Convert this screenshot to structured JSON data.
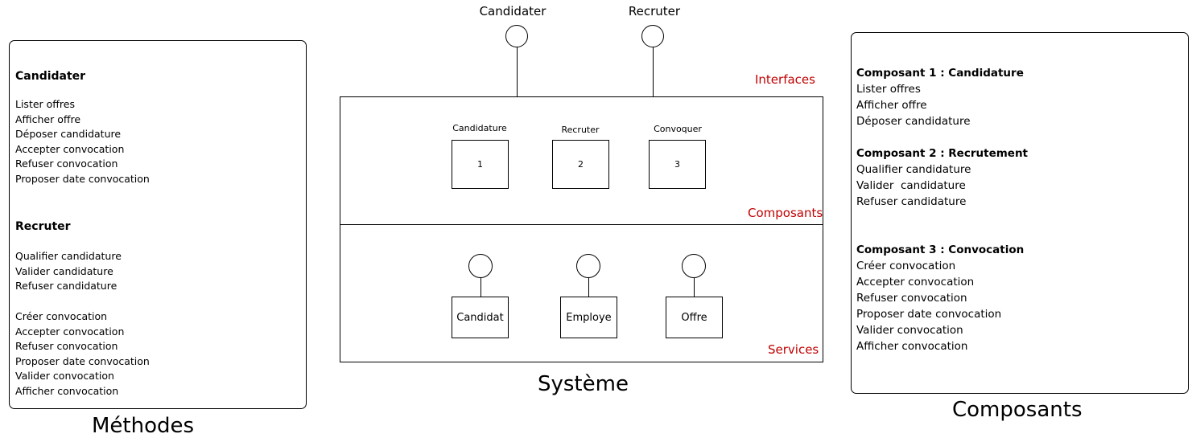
{
  "methods_panel": {
    "caption": "Méthodes",
    "group1": {
      "title": "Candidater",
      "items": [
        "Lister offres",
        "Afficher offre",
        "Déposer candidature",
        "Accepter convocation",
        "Refuser convocation",
        "Proposer date convocation"
      ]
    },
    "group2": {
      "title": "Recruter",
      "items": [
        "Qualifier candidature",
        "Valider candidature",
        "Refuser candidature"
      ]
    },
    "group3": {
      "items": [
        "Créer convocation",
        "Accepter convocation",
        "Refuser convocation",
        "Proposer date convocation",
        "Valider convocation",
        "Afficher convocation"
      ]
    }
  },
  "system": {
    "caption": "Système",
    "interfaces_label": "Interfaces",
    "components_label": "Composants",
    "services_label": "Services",
    "external_interfaces": [
      "Candidater",
      "Recruter"
    ],
    "components": [
      {
        "name": "Candidature",
        "number": "1"
      },
      {
        "name": "Recruter",
        "number": "2"
      },
      {
        "name": "Convoquer",
        "number": "3"
      }
    ],
    "services": [
      "Candidat",
      "Employe",
      "Offre"
    ]
  },
  "components_panel": {
    "caption": "Composants",
    "components": [
      {
        "title": "Composant 1 : Candidature",
        "items": [
          "Lister offres",
          "Afficher offre",
          "Déposer candidature"
        ]
      },
      {
        "title": "Composant 2 : Recrutement",
        "items": [
          "Qualifier candidature",
          "Valider  candidature",
          "Refuser candidature"
        ]
      },
      {
        "title": "Composant 3 : Convocation",
        "items": [
          "Créer convocation",
          "Accepter convocation",
          "Refuser convocation",
          "Proposer date convocation",
          "Valider convocation",
          "Afficher convocation"
        ]
      }
    ]
  }
}
